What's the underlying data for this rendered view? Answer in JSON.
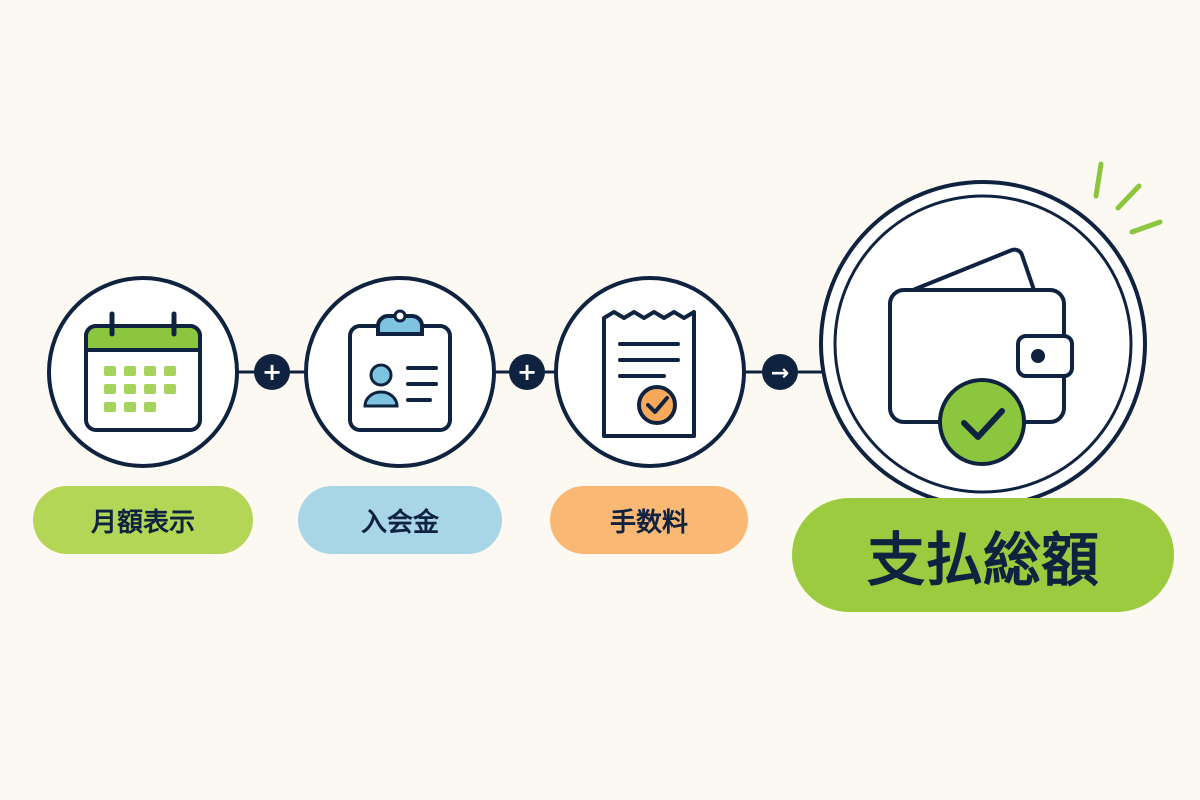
{
  "steps": [
    {
      "label": "月額表示",
      "icon": "calendar-icon",
      "pill_color": "#b3d656"
    },
    {
      "label": "入会金",
      "icon": "id-card-clipboard-icon",
      "pill_color": "#a8d6e6"
    },
    {
      "label": "手数料",
      "icon": "receipt-check-icon",
      "pill_color": "#f9b873"
    }
  ],
  "operators": [
    "+",
    "+",
    "→"
  ],
  "result": {
    "label": "支払総額",
    "icon": "wallet-check-icon",
    "pill_color": "#9ccb3f"
  },
  "colors": {
    "ink": "#0f2340",
    "accent_green": "#8cc63f",
    "accent_blue": "#7ec4e0",
    "accent_orange": "#f7a95b",
    "background": "#fbf9f2"
  }
}
